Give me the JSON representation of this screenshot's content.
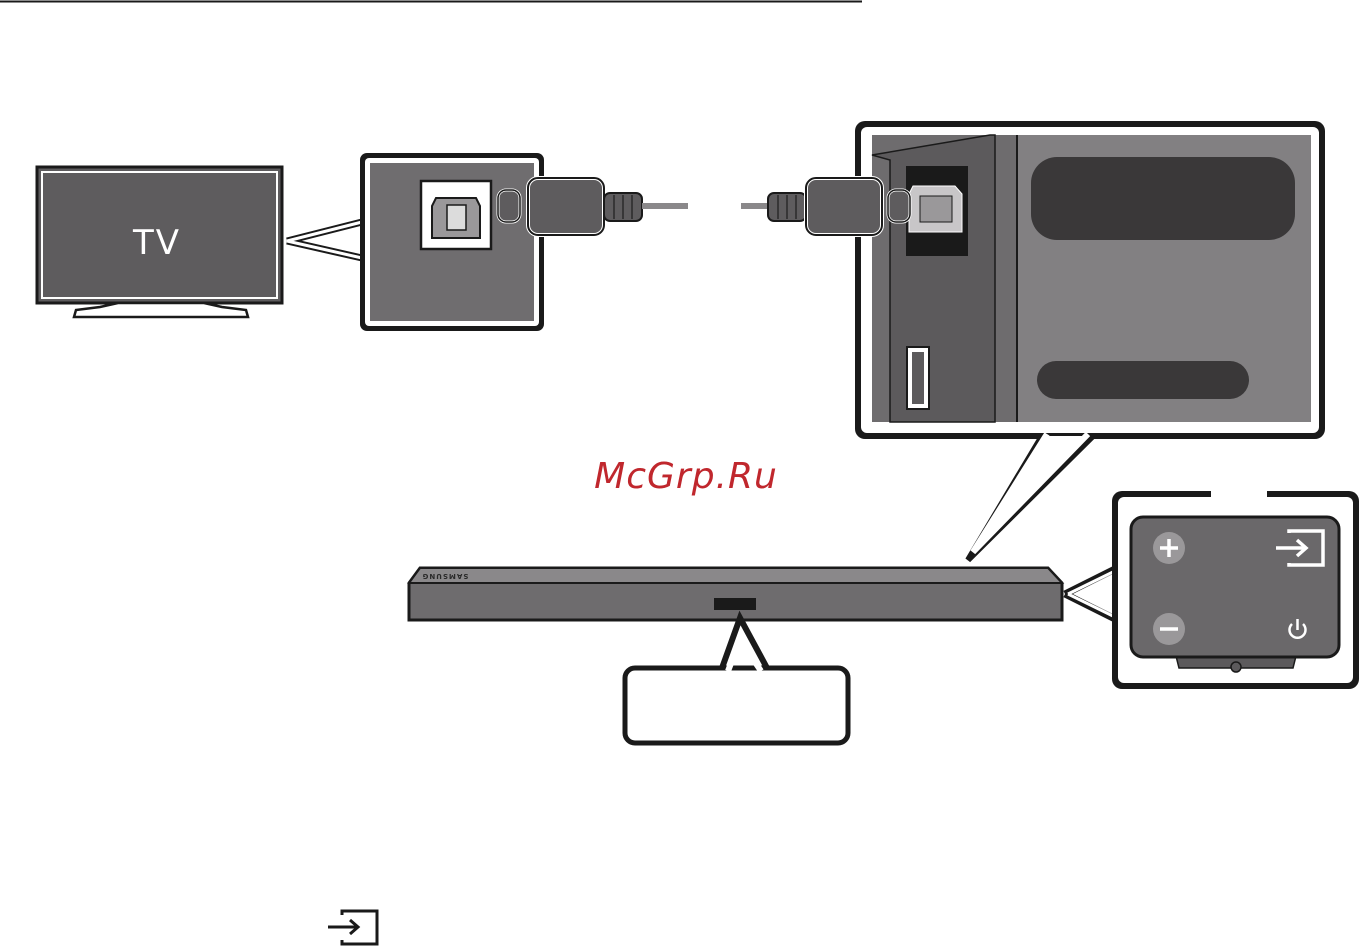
{
  "tv": {
    "label": "TV"
  },
  "watermark": {
    "text": "McGrp.Ru"
  },
  "soundbar": {
    "brand": "SAMSUNG"
  },
  "icons": {
    "source_button": "source-icon",
    "power_button": "power-icon",
    "volume_up": "plus-icon",
    "volume_down": "minus-icon"
  },
  "colors": {
    "panel_dark": "#5c5a5c",
    "panel_mid": "#6e6c6e",
    "panel_light": "#828082",
    "outline": "#1a1a1a",
    "watermark": "#c0272d"
  }
}
